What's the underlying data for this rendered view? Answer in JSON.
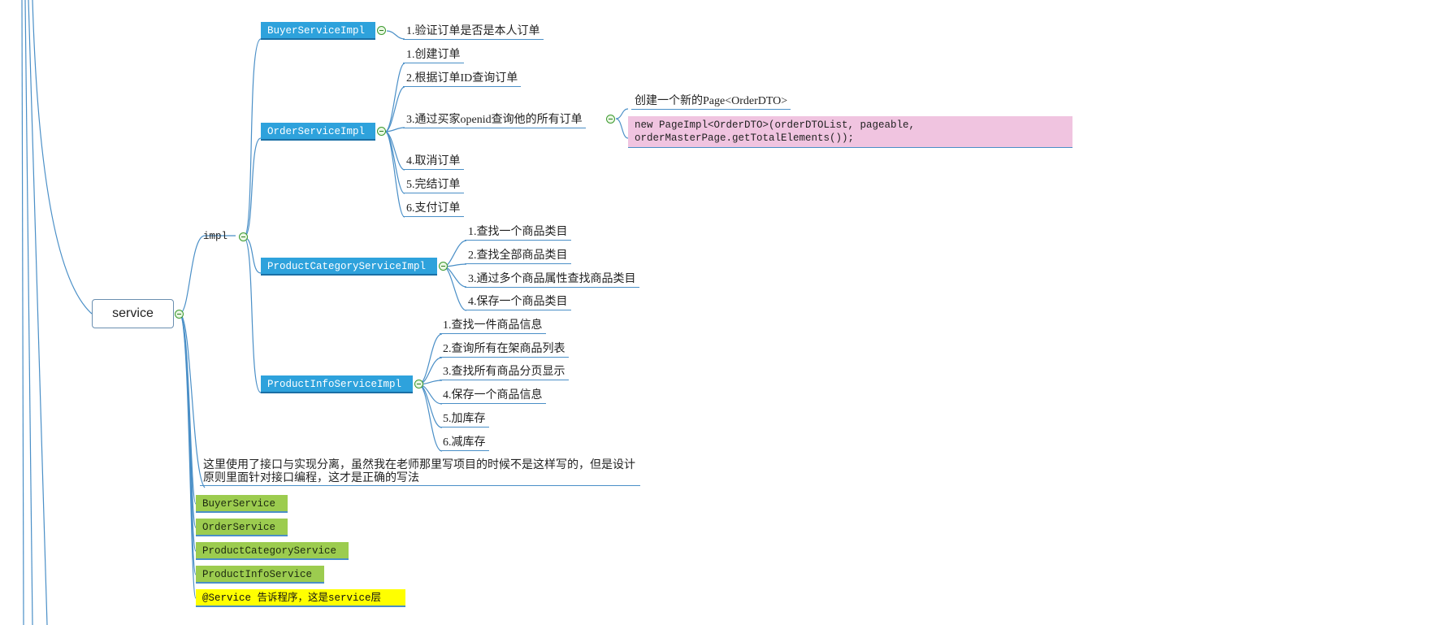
{
  "root": {
    "label": "service"
  },
  "impl": {
    "label": "impl"
  },
  "buyer_service_impl": {
    "label": "BuyerServiceImpl",
    "items": [
      "1.验证订单是否是本人订单"
    ]
  },
  "order_service_impl": {
    "label": "OrderServiceImpl",
    "items": [
      "1.创建订单",
      "2.根据订单ID查询订单",
      "3.通过买家openid查询他的所有订单",
      "4.取消订单",
      "5.完结订单",
      "6.支付订单"
    ],
    "sub": {
      "label": "创建一个新的Page<OrderDTO>",
      "code": "new PageImpl<OrderDTO>(orderDTOList, pageable, orderMasterPage.getTotalElements());"
    }
  },
  "product_category_service_impl": {
    "label": "ProductCategoryServiceImpl",
    "items": [
      "1.查找一个商品类目",
      "2.查找全部商品类目",
      "3.通过多个商品属性查找商品类目",
      "4.保存一个商品类目"
    ]
  },
  "product_info_service_impl": {
    "label": "ProductInfoServiceImpl",
    "items": [
      "1.查找一件商品信息",
      "2.查询所有在架商品列表",
      "3.查找所有商品分页显示",
      "4.保存一个商品信息",
      "5.加库存",
      "6.减库存"
    ]
  },
  "note": "这里使用了接口与实现分离，虽然我在老师那里写项目的时候不是这样写的，但是设计原则里面针对接口编程，这才是正确的写法",
  "interfaces": [
    "BuyerService",
    "OrderService",
    "ProductCategoryService",
    "ProductInfoService"
  ],
  "annotation": "@Service 告诉程序，这是service层",
  "colors": {
    "impl_node": "#2ea2dc",
    "interface_node": "#9ccc4f",
    "annotation_node": "#ffff00",
    "code_node": "#f0c4e0",
    "connector": "#4a8fc7"
  }
}
